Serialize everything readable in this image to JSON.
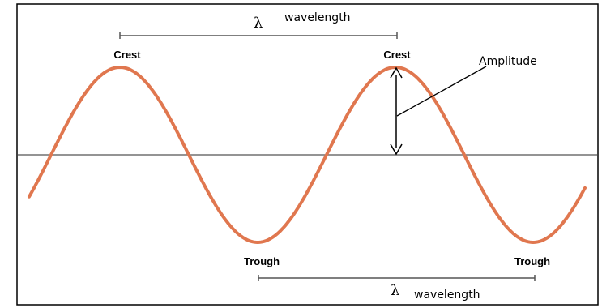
{
  "labels": {
    "crest_left": "Crest",
    "crest_right": "Crest",
    "trough_left": "Trough",
    "trough_right": "Trough",
    "amplitude": "Amplitude",
    "lambda_top": "λ",
    "wavelength_top": "wavelength",
    "lambda_bottom": "λ",
    "wavelength_bottom": "wavelength"
  },
  "colors": {
    "wave": "#e0774f",
    "axis": "#555555",
    "annotation": "#000000",
    "frame": "#000000"
  }
}
